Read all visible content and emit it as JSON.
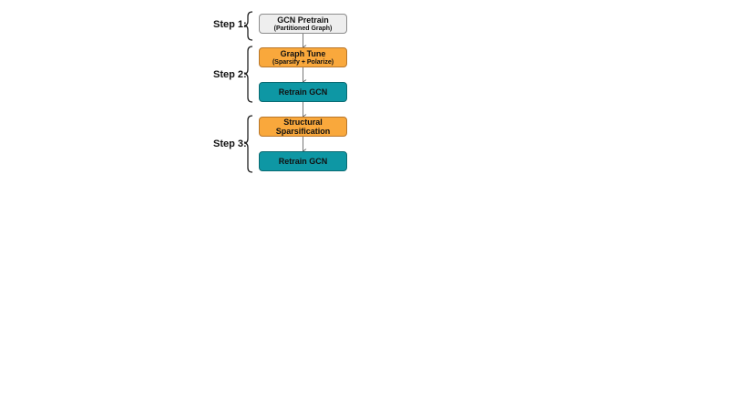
{
  "steps": [
    {
      "label": "Step 1:"
    },
    {
      "label": "Step 2:"
    },
    {
      "label": "Step 3:"
    }
  ],
  "boxes": [
    {
      "title": "GCN Pretrain",
      "subtitle": "(Partitioned Graph)",
      "color": "#eeeeee"
    },
    {
      "title": "Graph Tune",
      "subtitle": "(Sparsify + Polarize)",
      "color": "#f9a83c"
    },
    {
      "title": "Retrain GCN",
      "subtitle": "",
      "color": "#0e97a4"
    },
    {
      "title": "Structural",
      "subtitle": "Sparsification",
      "color": "#f9a83c"
    },
    {
      "title": "Retrain GCN",
      "subtitle": "",
      "color": "#0e97a4"
    }
  ]
}
